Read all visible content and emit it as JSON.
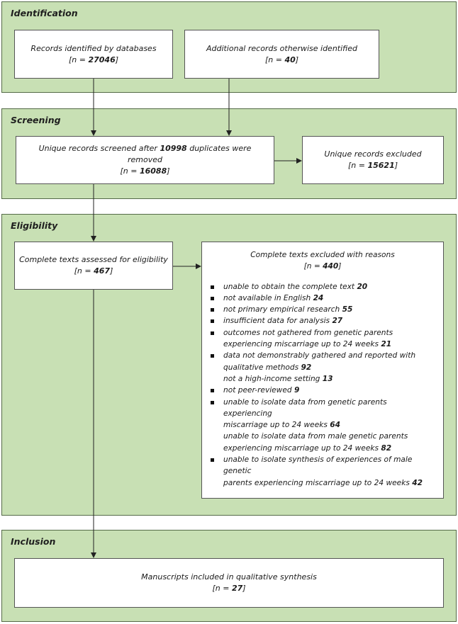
{
  "stages": {
    "identification": "Identification",
    "screening": "Screening",
    "eligibility": "Eligibility",
    "inclusion": "Inclusion"
  },
  "identification": {
    "databases_label": "Records identified by databases",
    "databases_n": "27046",
    "additional_label": "Additional records otherwise identified",
    "additional_n": "40"
  },
  "screening": {
    "screened_pre": "Unique records screened after",
    "duplicates": "10998",
    "screened_post": "duplicates were removed",
    "screened_n": "16088",
    "excluded_label": "Unique records excluded",
    "excluded_n": "15621"
  },
  "eligibility": {
    "assessed_label": "Complete texts assessed for eligibility",
    "assessed_n": "467",
    "excluded_label": "Complete texts excluded with reasons",
    "excluded_n": "440",
    "reasons": [
      {
        "bullet": true,
        "lines": [
          "unable to obtain the complete text"
        ],
        "n": "20"
      },
      {
        "bullet": true,
        "lines": [
          "not available in English"
        ],
        "n": "24"
      },
      {
        "bullet": true,
        "lines": [
          "not primary empirical research"
        ],
        "n": "55"
      },
      {
        "bullet": true,
        "lines": [
          "insufficient data for analysis"
        ],
        "n": "27"
      },
      {
        "bullet": true,
        "lines": [
          "outcomes not gathered from genetic parents",
          "experiencing miscarriage up to 24 weeks"
        ],
        "n": "21"
      },
      {
        "bullet": true,
        "lines": [
          "data not demonstrably gathered and reported with",
          "qualitative methods"
        ],
        "n": "92"
      },
      {
        "bullet": false,
        "lines": [
          "not a high-income setting"
        ],
        "n": "13"
      },
      {
        "bullet": true,
        "lines": [
          "not peer-reviewed"
        ],
        "n": "9"
      },
      {
        "bullet": true,
        "lines": [
          "unable to isolate data from genetic parents experiencing",
          "miscarriage up to 24 weeks"
        ],
        "n": "64"
      },
      {
        "bullet": false,
        "lines": [
          "unable to isolate data from male genetic parents",
          "experiencing miscarriage up to 24 weeks"
        ],
        "n": "82"
      },
      {
        "bullet": true,
        "lines": [
          "unable to isolate synthesis of experiences of male genetic",
          "parents experiencing miscarriage up to 24 weeks"
        ],
        "n": "42"
      }
    ]
  },
  "inclusion": {
    "included_label": "Manuscripts included in qualitative synthesis",
    "included_n": "27"
  },
  "n_prefix": "n = "
}
